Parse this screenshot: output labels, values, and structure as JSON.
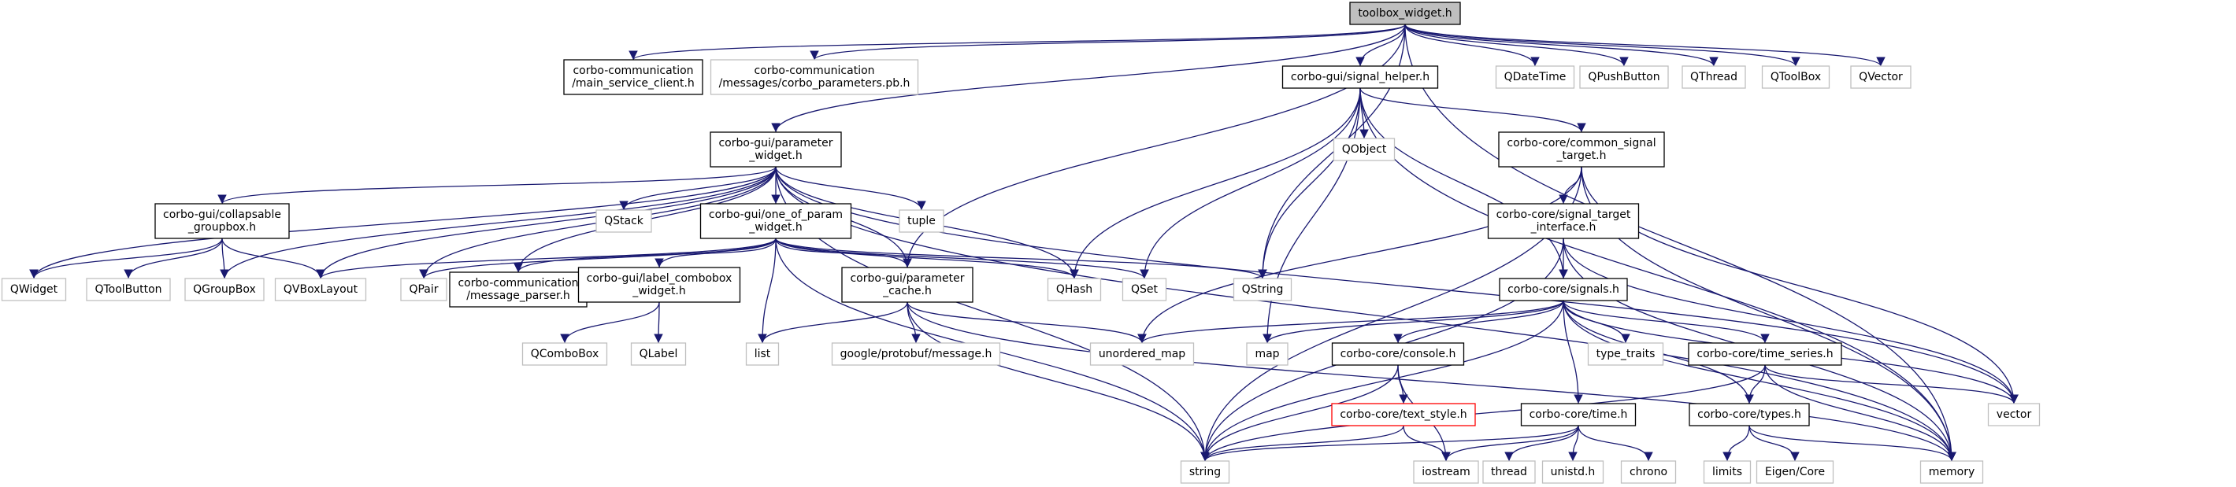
{
  "graph": {
    "nodes": [
      {
        "id": "toolbox",
        "lines": [
          "toolbox_widget.h"
        ],
        "kind": "root"
      },
      {
        "id": "msc",
        "lines": [
          "corbo-communication",
          "/main_service_client.h"
        ],
        "kind": "local"
      },
      {
        "id": "params_pb",
        "lines": [
          "corbo-communication",
          "/messages/corbo_parameters.pb.h"
        ],
        "kind": "system"
      },
      {
        "id": "signal_helper",
        "lines": [
          "corbo-gui/signal_helper.h"
        ],
        "kind": "local"
      },
      {
        "id": "qdatetime",
        "lines": [
          "QDateTime"
        ],
        "kind": "system"
      },
      {
        "id": "qpushbutton",
        "lines": [
          "QPushButton"
        ],
        "kind": "system"
      },
      {
        "id": "qthread",
        "lines": [
          "QThread"
        ],
        "kind": "system"
      },
      {
        "id": "qtoolbox",
        "lines": [
          "QToolBox"
        ],
        "kind": "system"
      },
      {
        "id": "qvector",
        "lines": [
          "QVector"
        ],
        "kind": "system"
      },
      {
        "id": "param_widget",
        "lines": [
          "corbo-gui/parameter",
          "_widget.h"
        ],
        "kind": "local"
      },
      {
        "id": "qobject",
        "lines": [
          "QObject"
        ],
        "kind": "system"
      },
      {
        "id": "common_signal",
        "lines": [
          "corbo-core/common_signal",
          "_target.h"
        ],
        "kind": "local"
      },
      {
        "id": "collapsable",
        "lines": [
          "corbo-gui/collapsable",
          "_groupbox.h"
        ],
        "kind": "local"
      },
      {
        "id": "qstack",
        "lines": [
          "QStack"
        ],
        "kind": "system"
      },
      {
        "id": "one_of",
        "lines": [
          "corbo-gui/one_of_param",
          "_widget.h"
        ],
        "kind": "local"
      },
      {
        "id": "tuple",
        "lines": [
          "tuple"
        ],
        "kind": "system"
      },
      {
        "id": "sig_target_iface",
        "lines": [
          "corbo-core/signal_target",
          "_interface.h"
        ],
        "kind": "local"
      },
      {
        "id": "qwidget",
        "lines": [
          "QWidget"
        ],
        "kind": "system"
      },
      {
        "id": "qtoolbutton",
        "lines": [
          "QToolButton"
        ],
        "kind": "system"
      },
      {
        "id": "qgroupbox",
        "lines": [
          "QGroupBox"
        ],
        "kind": "system"
      },
      {
        "id": "qvboxlayout",
        "lines": [
          "QVBoxLayout"
        ],
        "kind": "system"
      },
      {
        "id": "qpair",
        "lines": [
          "QPair"
        ],
        "kind": "system"
      },
      {
        "id": "msg_parser",
        "lines": [
          "corbo-communication",
          "/message_parser.h"
        ],
        "kind": "local"
      },
      {
        "id": "label_combo",
        "lines": [
          "corbo-gui/label_combobox",
          "_widget.h"
        ],
        "kind": "local"
      },
      {
        "id": "param_cache",
        "lines": [
          "corbo-gui/parameter",
          "_cache.h"
        ],
        "kind": "local"
      },
      {
        "id": "qhash",
        "lines": [
          "QHash"
        ],
        "kind": "system"
      },
      {
        "id": "qset",
        "lines": [
          "QSet"
        ],
        "kind": "system"
      },
      {
        "id": "qstring",
        "lines": [
          "QString"
        ],
        "kind": "system"
      },
      {
        "id": "signals",
        "lines": [
          "corbo-core/signals.h"
        ],
        "kind": "local"
      },
      {
        "id": "type_traits",
        "lines": [
          "type_traits"
        ],
        "kind": "system"
      },
      {
        "id": "time_series",
        "lines": [
          "corbo-core/time_series.h"
        ],
        "kind": "local"
      },
      {
        "id": "qcombobox",
        "lines": [
          "QComboBox"
        ],
        "kind": "system"
      },
      {
        "id": "qlabel",
        "lines": [
          "QLabel"
        ],
        "kind": "system"
      },
      {
        "id": "list",
        "lines": [
          "list"
        ],
        "kind": "system"
      },
      {
        "id": "protobuf_msg",
        "lines": [
          "google/protobuf/message.h"
        ],
        "kind": "system"
      },
      {
        "id": "unordered_map",
        "lines": [
          "unordered_map"
        ],
        "kind": "system"
      },
      {
        "id": "map",
        "lines": [
          "map"
        ],
        "kind": "system"
      },
      {
        "id": "console",
        "lines": [
          "corbo-core/console.h"
        ],
        "kind": "local"
      },
      {
        "id": "vector",
        "lines": [
          "vector"
        ],
        "kind": "system"
      },
      {
        "id": "text_style",
        "lines": [
          "corbo-core/text_style.h"
        ],
        "kind": "missing"
      },
      {
        "id": "time",
        "lines": [
          "corbo-core/time.h"
        ],
        "kind": "local"
      },
      {
        "id": "types",
        "lines": [
          "corbo-core/types.h"
        ],
        "kind": "local"
      },
      {
        "id": "string",
        "lines": [
          "string"
        ],
        "kind": "system"
      },
      {
        "id": "iostream",
        "lines": [
          "iostream"
        ],
        "kind": "system"
      },
      {
        "id": "thread",
        "lines": [
          "thread"
        ],
        "kind": "system"
      },
      {
        "id": "unistd",
        "lines": [
          "unistd.h"
        ],
        "kind": "system"
      },
      {
        "id": "chrono",
        "lines": [
          "chrono"
        ],
        "kind": "system"
      },
      {
        "id": "limits",
        "lines": [
          "limits"
        ],
        "kind": "system"
      },
      {
        "id": "eigen",
        "lines": [
          "Eigen/Core"
        ],
        "kind": "system"
      },
      {
        "id": "memory",
        "lines": [
          "memory"
        ],
        "kind": "system"
      }
    ],
    "edges": [
      [
        "toolbox",
        "msc"
      ],
      [
        "toolbox",
        "params_pb"
      ],
      [
        "toolbox",
        "signal_helper"
      ],
      [
        "toolbox",
        "qdatetime"
      ],
      [
        "toolbox",
        "qpushbutton"
      ],
      [
        "toolbox",
        "qthread"
      ],
      [
        "toolbox",
        "qtoolbox"
      ],
      [
        "toolbox",
        "qvector"
      ],
      [
        "toolbox",
        "param_widget"
      ],
      [
        "toolbox",
        "param_cache"
      ],
      [
        "toolbox",
        "qstring"
      ],
      [
        "toolbox",
        "memory"
      ],
      [
        "signal_helper",
        "qobject"
      ],
      [
        "signal_helper",
        "common_signal"
      ],
      [
        "signal_helper",
        "signals"
      ],
      [
        "signal_helper",
        "qhash"
      ],
      [
        "signal_helper",
        "qset"
      ],
      [
        "signal_helper",
        "qstring"
      ],
      [
        "signal_helper",
        "map"
      ],
      [
        "signal_helper",
        "memory"
      ],
      [
        "param_widget",
        "collapsable"
      ],
      [
        "param_widget",
        "qstack"
      ],
      [
        "param_widget",
        "one_of"
      ],
      [
        "param_widget",
        "tuple"
      ],
      [
        "param_widget",
        "qwidget"
      ],
      [
        "param_widget",
        "qgroupbox"
      ],
      [
        "param_widget",
        "qvboxlayout"
      ],
      [
        "param_widget",
        "qpair"
      ],
      [
        "param_widget",
        "msg_parser"
      ],
      [
        "param_widget",
        "param_cache"
      ],
      [
        "param_widget",
        "qhash"
      ],
      [
        "param_widget",
        "string"
      ],
      [
        "param_widget",
        "memory"
      ],
      [
        "param_widget",
        "vector"
      ],
      [
        "collapsable",
        "qwidget"
      ],
      [
        "collapsable",
        "qtoolbutton"
      ],
      [
        "collapsable",
        "qgroupbox"
      ],
      [
        "collapsable",
        "qvboxlayout"
      ],
      [
        "one_of",
        "qvboxlayout"
      ],
      [
        "one_of",
        "qpair"
      ],
      [
        "one_of",
        "msg_parser"
      ],
      [
        "one_of",
        "label_combo"
      ],
      [
        "one_of",
        "param_cache"
      ],
      [
        "one_of",
        "qhash"
      ],
      [
        "one_of",
        "qset"
      ],
      [
        "one_of",
        "qstring"
      ],
      [
        "one_of",
        "list"
      ],
      [
        "one_of",
        "string"
      ],
      [
        "label_combo",
        "qcombobox"
      ],
      [
        "label_combo",
        "qlabel"
      ],
      [
        "param_cache",
        "list"
      ],
      [
        "param_cache",
        "protobuf_msg"
      ],
      [
        "param_cache",
        "unordered_map"
      ],
      [
        "param_cache",
        "string"
      ],
      [
        "param_cache",
        "memory"
      ],
      [
        "common_signal",
        "sig_target_iface"
      ],
      [
        "common_signal",
        "string"
      ],
      [
        "common_signal",
        "unordered_map"
      ],
      [
        "common_signal",
        "vector"
      ],
      [
        "common_signal",
        "memory"
      ],
      [
        "sig_target_iface",
        "signals"
      ],
      [
        "sig_target_iface",
        "string"
      ],
      [
        "sig_target_iface",
        "memory"
      ],
      [
        "sig_target_iface",
        "vector"
      ],
      [
        "signals",
        "unordered_map"
      ],
      [
        "signals",
        "map"
      ],
      [
        "signals",
        "type_traits"
      ],
      [
        "signals",
        "console"
      ],
      [
        "signals",
        "time_series"
      ],
      [
        "signals",
        "time"
      ],
      [
        "signals",
        "types"
      ],
      [
        "signals",
        "string"
      ],
      [
        "signals",
        "vector"
      ],
      [
        "signals",
        "memory"
      ],
      [
        "console",
        "text_style"
      ],
      [
        "console",
        "string"
      ],
      [
        "console",
        "iostream"
      ],
      [
        "text_style",
        "string"
      ],
      [
        "text_style",
        "iostream"
      ],
      [
        "time_series",
        "types"
      ],
      [
        "time_series",
        "string"
      ],
      [
        "time_series",
        "vector"
      ],
      [
        "time_series",
        "memory"
      ],
      [
        "time",
        "string"
      ],
      [
        "time",
        "iostream"
      ],
      [
        "time",
        "thread"
      ],
      [
        "time",
        "unistd"
      ],
      [
        "time",
        "chrono"
      ],
      [
        "types",
        "limits"
      ],
      [
        "types",
        "eigen"
      ],
      [
        "types",
        "memory"
      ]
    ]
  }
}
